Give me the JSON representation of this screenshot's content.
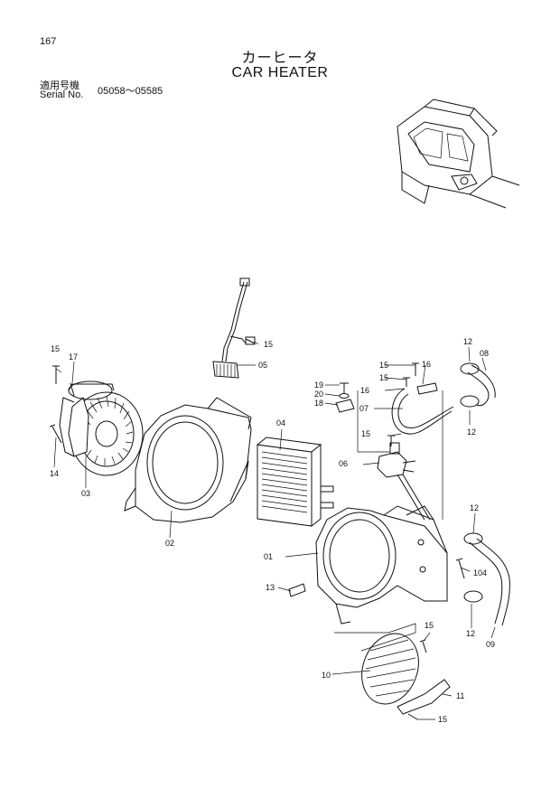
{
  "header": {
    "page_number": "167",
    "title_jp": "カーヒータ",
    "title_en": "CAR HEATER",
    "serial_label_jp": "適用号機",
    "serial_label_en": "Serial No.",
    "serial_range": "05058～05585"
  },
  "callouts": {
    "c01": "01",
    "c02": "02",
    "c03": "03",
    "c04": "04",
    "c05": "05",
    "c06": "06",
    "c07": "07",
    "c08": "08",
    "c09": "09",
    "c10": "10",
    "c11": "11",
    "c12a": "12",
    "c12b": "12",
    "c12c": "12",
    "c12d": "12",
    "c13": "13",
    "c14": "14",
    "c15a": "15",
    "c15b": "15",
    "c15c": "15",
    "c15d": "15",
    "c15e": "15",
    "c15f": "15",
    "c15g": "15",
    "c16a": "16",
    "c16b": "16",
    "c17": "17",
    "c18": "18",
    "c19": "19",
    "c20": "20",
    "c104": "104"
  }
}
